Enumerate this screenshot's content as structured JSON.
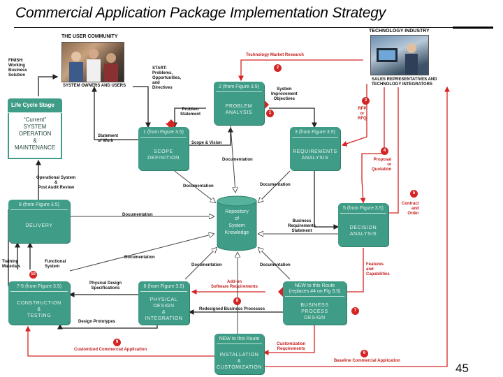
{
  "title": "Commercial Application Package Implementation Strategy",
  "page_number": "45",
  "colors": {
    "box": "#3f9c86",
    "flow_red": "#d42424",
    "flow_black": "#222222"
  },
  "user_community": {
    "title": "THE USER COMMUNITY",
    "caption": "SYSTEM OWNERS AND USERS"
  },
  "technology_industry": {
    "title": "TECHNOLOGY INDUSTRY",
    "caption_1": "SALES REPRESENTATIVES AND",
    "caption_2": "TECHNOLOGY INTEGRATORS"
  },
  "life_cycle": {
    "header": "Life Cycle Stage",
    "lines": [
      "“Current”",
      "SYSTEM",
      "OPERATION",
      "&",
      "MAINTENANCE"
    ]
  },
  "boxes": {
    "problem": {
      "header": "2 (from Figure 3.5)",
      "lines": [
        "PROBLEM",
        "ANALYSIS"
      ]
    },
    "scope": {
      "header": "1 (from Figure 3.5)",
      "lines": [
        "SCOPE",
        "DEFINITION"
      ]
    },
    "requirements": {
      "header": "3 (from Figure 3.5)",
      "lines": [
        "REQUIREMENTS",
        "ANALYSIS"
      ]
    },
    "delivery": {
      "header": "8 (from Figure 3.5)",
      "lines": [
        "DELIVERY"
      ]
    },
    "decision": {
      "header": "5 (from Figure 3.5)",
      "lines": [
        "DECISION",
        "ANALYSIS"
      ]
    },
    "construction": {
      "header": "7-5 (from Figure 3.5)",
      "lines": [
        "CONSTRUCTION",
        "&",
        "TESTING"
      ]
    },
    "physical": {
      "header": "6 (from Figure 3.5)",
      "lines": [
        "PHYSICAL",
        "DESIGN",
        "&",
        "INTEGRATION"
      ]
    },
    "business": {
      "header_1": "NEW to this Route",
      "header_2": "(replaces #4 on Fig 3.5)",
      "lines": [
        "BUSINESS",
        "PROCESS",
        "DESIGN"
      ]
    },
    "installation": {
      "header": "NEW to this Route",
      "lines": [
        "INSTALLATION",
        "&",
        "CUSTOMIZATION"
      ]
    }
  },
  "repository": {
    "lines": [
      "Repository",
      "of",
      "System",
      "Knowledge"
    ]
  },
  "labels": {
    "finish": [
      "FINISH:",
      "Working",
      "Business",
      "Solution"
    ],
    "start": [
      "START:",
      "Problems,",
      "Opportunities,",
      "and",
      "Directives"
    ],
    "tech_market_research": "Technology Market Research",
    "system_improvement": [
      "System",
      "Improvement",
      "Objectives"
    ],
    "problem_statement": [
      "Problem",
      "Statement"
    ],
    "statement_of_work": [
      "Statement",
      "of Work"
    ],
    "scope_vision": "Scope & Vision",
    "documentation_center": "Documentation",
    "documentation_left": "Documentation",
    "documentation_right": "Documentation",
    "documentation_delivery": "Documentation",
    "documentation_low_left": "Documentation",
    "documentation_low_mid": "Documentation",
    "documentation_low_right": "Documentation",
    "rfp": [
      "RFP",
      "or",
      "RFQ"
    ],
    "proposal": [
      "Proposal",
      "or",
      "Quotation"
    ],
    "contract": [
      "Contract",
      "and",
      "Order"
    ],
    "operational_system": [
      "Operational System",
      "&",
      "Post Audit Review"
    ],
    "business_req": [
      "Business",
      "Requirements",
      "Statement"
    ],
    "features": [
      "Features",
      "and",
      "Capabilities"
    ],
    "training": [
      "Training",
      "Materials"
    ],
    "functional": [
      "Functional",
      "System"
    ],
    "physical_specs": [
      "Physical Design",
      "Specifications"
    ],
    "addon": [
      "Add-on",
      "Software Requirements"
    ],
    "redesigned": "Redesigned Business Processes",
    "design_prototypes": "Design Prototypes",
    "customized_app": "Customized Commercial Application",
    "customization_req": [
      "Customization",
      "Requirements"
    ],
    "baseline_app": "Baseline Commercial Application"
  },
  "steps": [
    "1",
    "2",
    "3",
    "4",
    "5",
    "6",
    "7",
    "8",
    "9",
    "10"
  ]
}
